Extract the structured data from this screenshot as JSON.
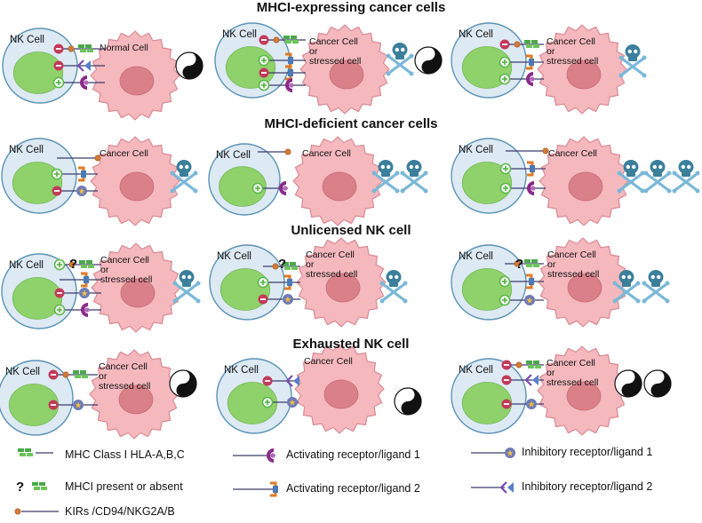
{
  "sections": [
    {
      "title": "MHCI-expressing cancer cells"
    },
    {
      "title": "MHCI-deficient cancer cells"
    },
    {
      "title": "Unlicensed  NK cell"
    },
    {
      "title": "Exhausted NK cell"
    }
  ],
  "labels": {
    "nk_cell": "NK Cell",
    "normal_cell": "Normal Cell",
    "cancer_cell": "Cancer Cell",
    "or": "or",
    "stressed_cell": "stressed cell",
    "question": "?"
  },
  "legend": {
    "mhc": "MHC Class I HLA-A,B,C",
    "mhc_q": "MHCI present or absent",
    "kir": "KIRs /CD94/NKG2A/B",
    "act1": "Activating receptor/ligand 1",
    "act2": "Activating receptor/ligand 2",
    "inh1": "Inhibitory receptor/ligand 1",
    "inh2": "Inhibitory receptor/ligand 2"
  },
  "colors": {
    "nk_fill": "#dde9f3",
    "nucleus": "#8fd16a",
    "target_fill": "#f4b8bd",
    "target_nucleus": "#d98089",
    "skull": "#3b7f9b",
    "plus": "#5cb84a",
    "minus": "#c23a5a"
  }
}
